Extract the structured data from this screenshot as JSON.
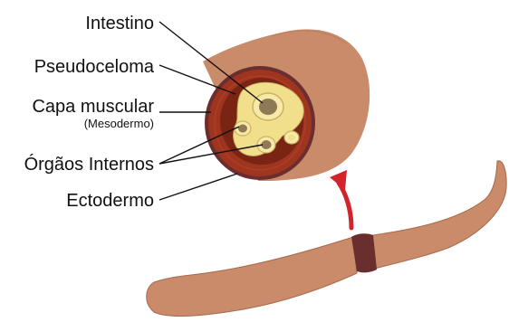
{
  "labels": {
    "intestine": "Intestino",
    "pseudocoelom": "Pseudoceloma",
    "muscle_layer": "Capa muscular",
    "muscle_layer_note": "(Mesodermo)",
    "internal_organs": "Órgãos Internos",
    "ectoderm": "Ectodermo"
  },
  "colors": {
    "worm_skin": "#c98b6a",
    "ectoderm_rim": "#6b2e2e",
    "muscle_layer": "#a0351f",
    "pseudocoelom": "#7a2414",
    "organs": "#f2df8c",
    "intestine_lumen": "#8f7a55",
    "arrow": "#d3242c",
    "leader_lines": "#111111"
  }
}
